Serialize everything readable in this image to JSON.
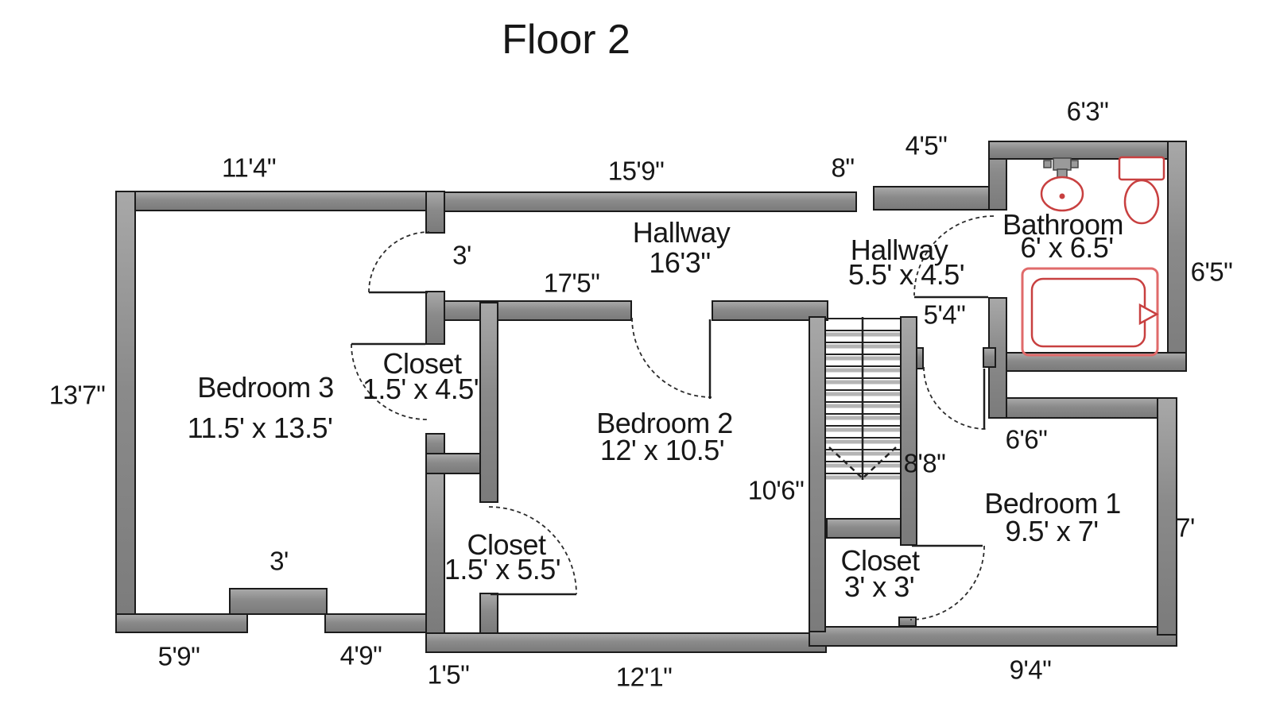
{
  "title": "Floor 2",
  "colors": {
    "wall_gray": "#8a8a8a",
    "wall_edge": "#1b1b1b",
    "fixture_red": "#c84040",
    "fixture_red_light": "#e06a6a",
    "text_color": "#171717"
  },
  "rooms": {
    "bedroom3": {
      "name": "Bedroom 3",
      "size": "11.5' x 13.5'"
    },
    "bedroom2": {
      "name": "Bedroom 2",
      "size": "12' x 10.5'"
    },
    "bedroom1": {
      "name": "Bedroom 1",
      "size": "9.5' x 7'"
    },
    "bathroom": {
      "name": "Bathroom",
      "size": "6' x 6.5'"
    },
    "hallway_main": {
      "name": "Hallway",
      "size": "16'3\""
    },
    "hallway_small": {
      "name": "Hallway",
      "size": "5.5' x 4.5'"
    },
    "closet_bedroom3": {
      "name": "Closet",
      "size": "1.5' x 4.5'"
    },
    "closet_bedroom2": {
      "name": "Closet",
      "size": "1.5' x 5.5'"
    },
    "closet_bedroom1": {
      "name": "Closet",
      "size": "3' x 3'"
    }
  },
  "dimensions": {
    "top_left_width": "11'4\"",
    "hallway_top_width": "15'9\"",
    "wall_gap": "8\"",
    "bath_hall_wall": "4'5\"",
    "bathroom_width": "6'3\"",
    "bathroom_height": "6'5\"",
    "bedroom3_door": "3'",
    "bedroom2_top_width": "17'5\"",
    "bath_door_wall": "5'4\"",
    "left_height": "13'7\"",
    "bedroom2_right_height": "10'6\"",
    "stair_height": "8'8\"",
    "bedroom1_top_width": "6'6\"",
    "bedroom1_right_height": "7'",
    "bump_width": "3'",
    "bottom_left_a": "5'9\"",
    "bottom_left_b": "4'9\"",
    "bottom_step": "1'5\"",
    "bedroom2_bottom_width": "12'1\"",
    "bedroom1_bottom_width": "9'4\""
  }
}
